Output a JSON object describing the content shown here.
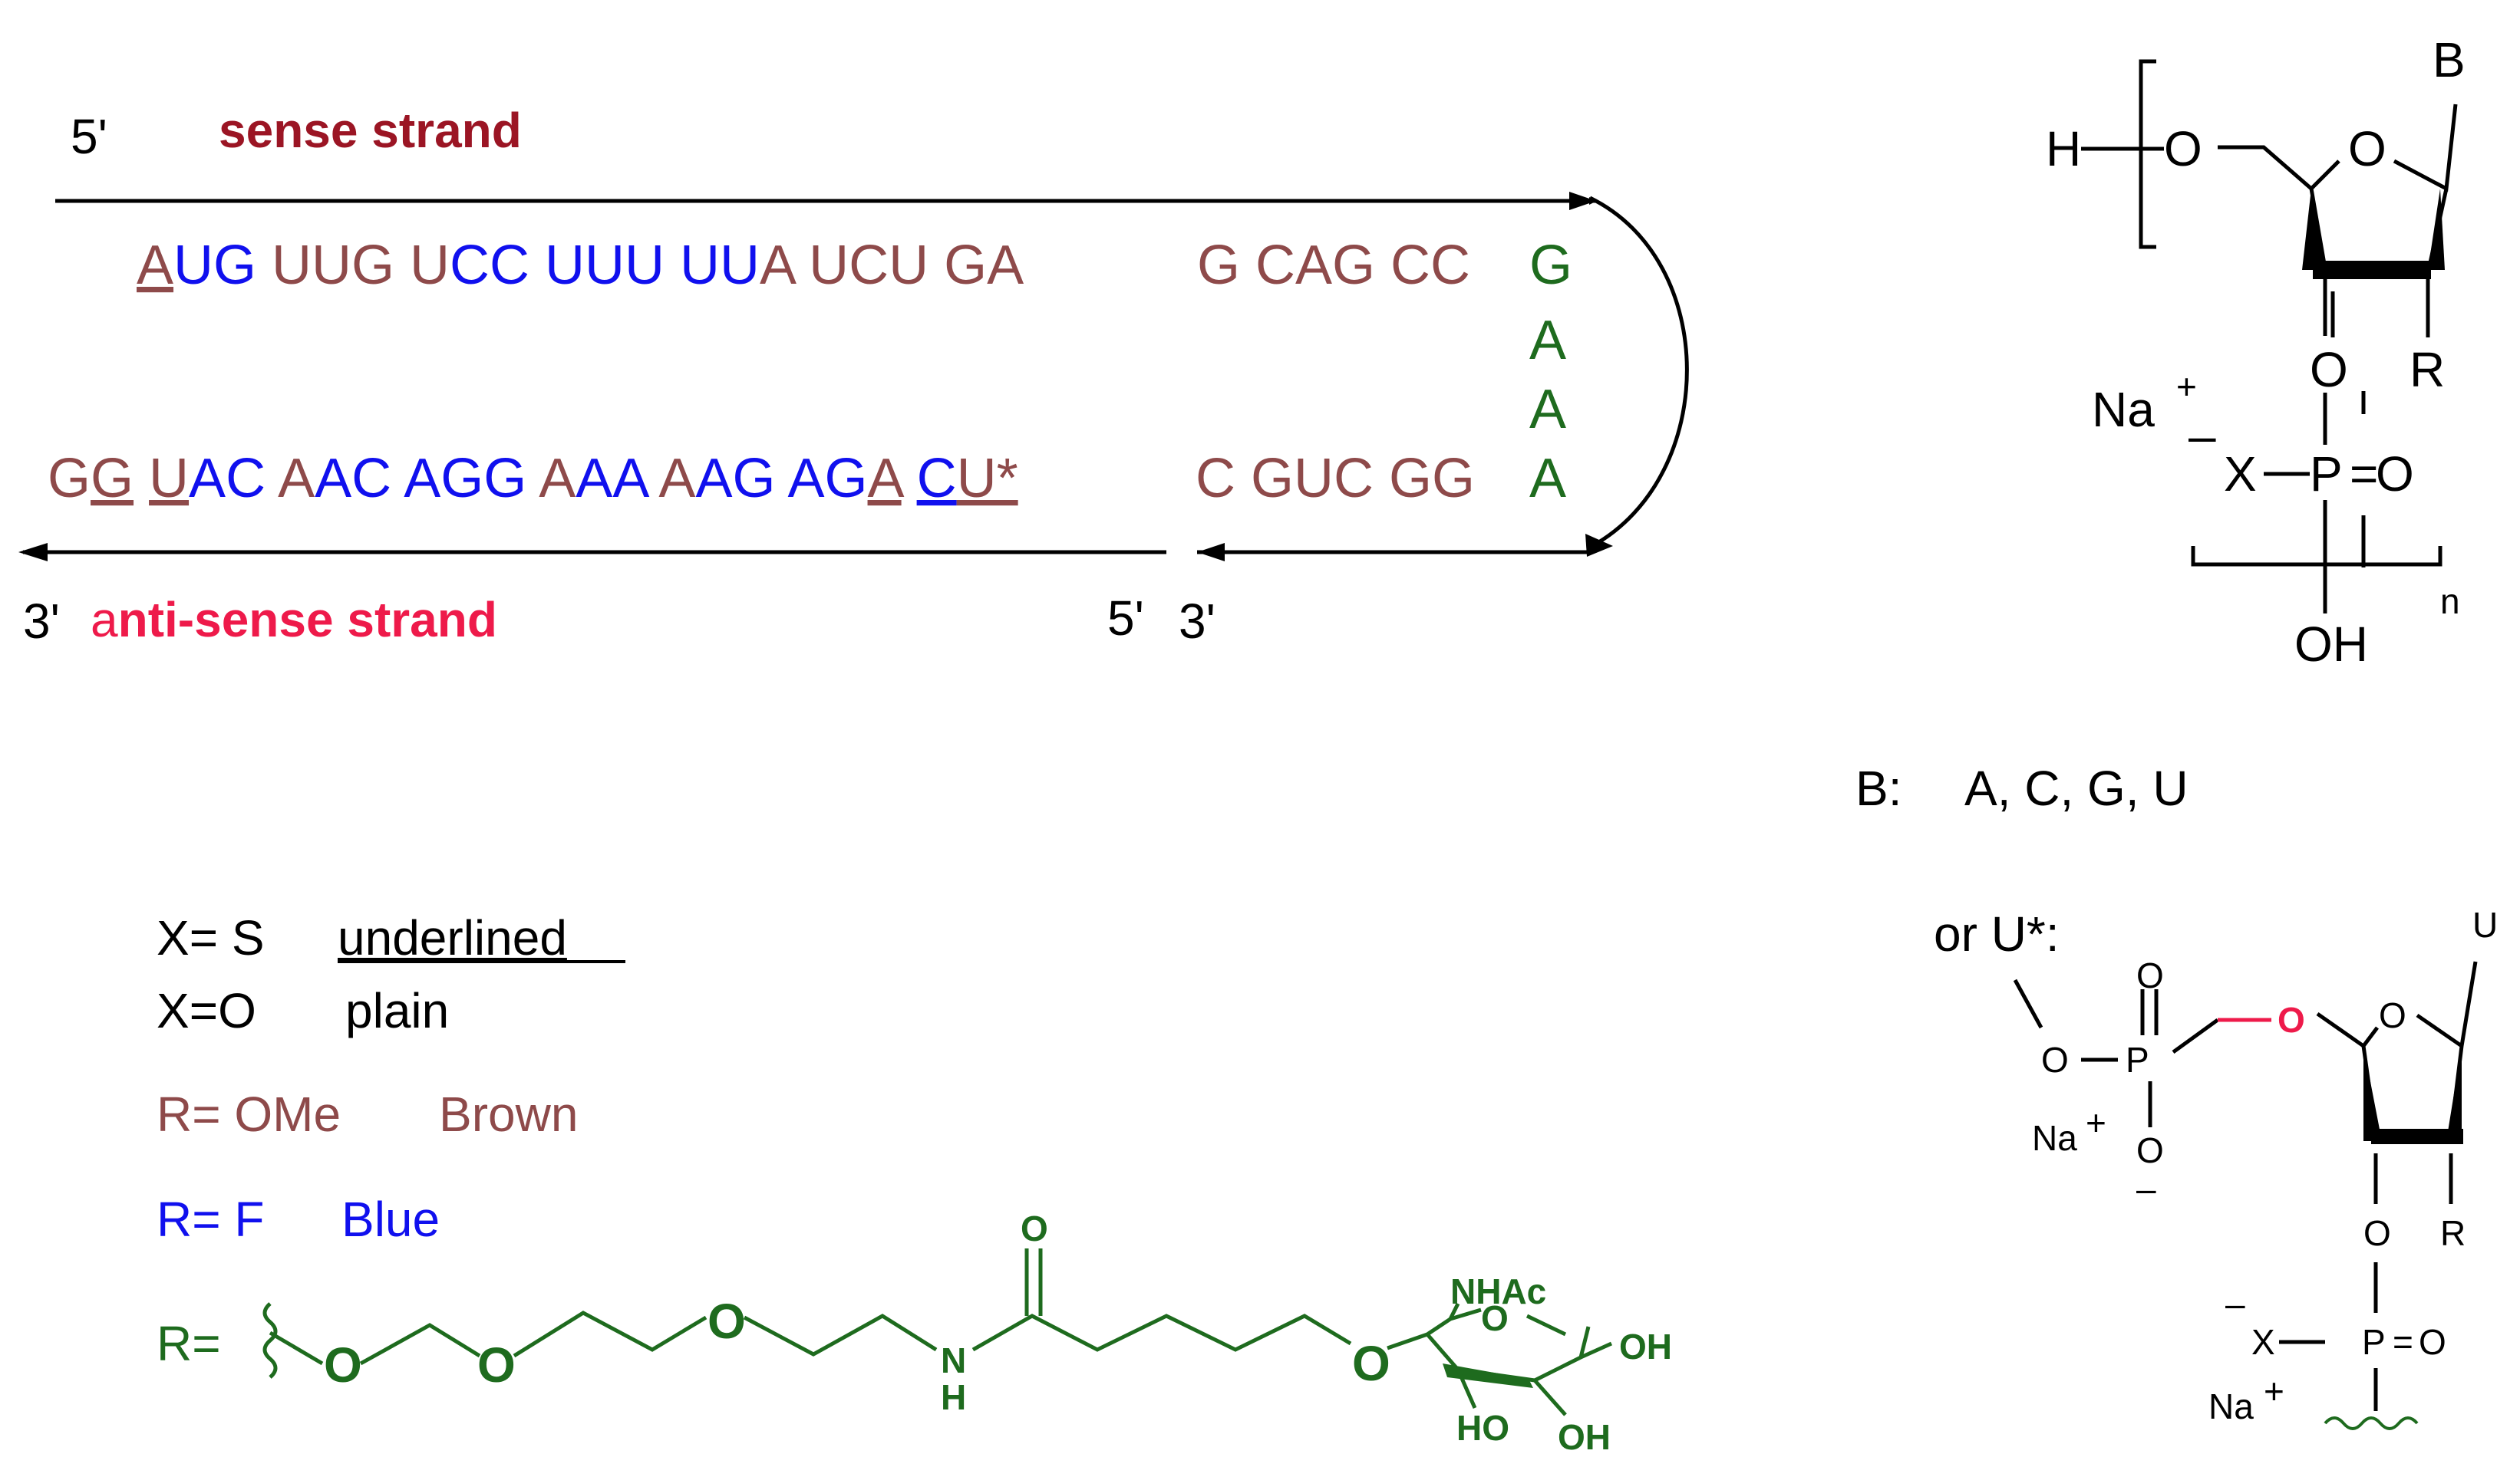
{
  "labels": {
    "sense_5prime": "5'",
    "sense_title": "sense strand",
    "anti_3prime": "3'",
    "anti_title_a": "a",
    "anti_title_rest": "nti-sense strand",
    "anti_5prime": "5'",
    "hairpin_3prime": "3'"
  },
  "sense_sequence": [
    {
      "t": "A",
      "c": "brown",
      "u": true
    },
    {
      "t": "UG ",
      "c": "blue"
    },
    {
      "t": "UUG ",
      "c": "brown"
    },
    {
      "t": "U",
      "c": "brown"
    },
    {
      "t": "CC ",
      "c": "blue"
    },
    {
      "t": "UUU ",
      "c": "blue"
    },
    {
      "t": "UU",
      "c": "blue"
    },
    {
      "t": "A ",
      "c": "brown"
    },
    {
      "t": "UCU ",
      "c": "brown"
    },
    {
      "t": "GA",
      "c": "brown"
    }
  ],
  "sense_tail": [
    {
      "t": "G CAG CC",
      "c": "brown"
    }
  ],
  "loop": [
    "G",
    "A",
    "A",
    "A"
  ],
  "anti_sequence": [
    {
      "t": "G",
      "c": "brown"
    },
    {
      "t": "G",
      "c": "brown",
      "u": true
    },
    {
      "t": " ",
      "c": "brown"
    },
    {
      "t": "U",
      "c": "brown",
      "u": true
    },
    {
      "t": "AC ",
      "c": "blue"
    },
    {
      "t": "A",
      "c": "brown"
    },
    {
      "t": "AC ",
      "c": "blue"
    },
    {
      "t": "AGG ",
      "c": "blue"
    },
    {
      "t": "A",
      "c": "brown"
    },
    {
      "t": "AA ",
      "c": "blue"
    },
    {
      "t": "A",
      "c": "brown"
    },
    {
      "t": "AG ",
      "c": "blue"
    },
    {
      "t": "AG",
      "c": "blue"
    },
    {
      "t": "A",
      "c": "brown",
      "u": true
    },
    {
      "t": " ",
      "c": "brown"
    },
    {
      "t": "C",
      "c": "blue",
      "u": true
    },
    {
      "t": "U*",
      "c": "brown",
      "u": true
    }
  ],
  "anti_tail": [
    {
      "t": "C GUC GG",
      "c": "brown"
    }
  ],
  "legend": {
    "xs_key": "X= S",
    "xs_val": "underlined",
    "xo_key": "X=O",
    "xo_val": "plain",
    "r_ome_key": "R= OMe",
    "r_ome_val": "Brown",
    "r_f_key": "R= F",
    "r_f_val": "Blue",
    "r_linker_key": "R="
  },
  "linker_atoms": {
    "o1": "O",
    "o2": "O",
    "o3": "O",
    "carbonyl_o": "O",
    "n": "N",
    "h": "H",
    "o4": "O",
    "ring_o": "O",
    "nhac": "NHAc",
    "oh1": "OH",
    "ho": "HO",
    "oh2": "OH"
  },
  "monomer": {
    "h": "H",
    "o5": "O",
    "ring_o": "O",
    "b": "B",
    "o3": "O",
    "r": "R",
    "na": "Na",
    "na_charge": "+",
    "neg": "–",
    "x": "X",
    "p": "P",
    "eq": "=",
    "po": "O",
    "oh": "OH",
    "n": "n"
  },
  "bases": {
    "key": "B:",
    "list": "A, C, G, U",
    "or": "or  U*:"
  },
  "ustar": {
    "u": "U",
    "p_o_top": "O",
    "me_o": "O",
    "p": "P",
    "link_o": "O",
    "ring_o": "O",
    "na1": "Na",
    "na1_charge": "+",
    "o_neg": "O",
    "neg1": "–",
    "o3": "O",
    "r": "R",
    "neg2": "–",
    "x": "X",
    "p2": "P",
    "eq": "=",
    "p2_o": "O",
    "na2": "Na",
    "na2_charge": "+"
  },
  "colors": {
    "brown": "#8E4A4A",
    "blue": "#1010EE",
    "green": "#1E6B1E",
    "darkred": "#9B1524",
    "red": "#EE1A4A",
    "black": "#000000"
  }
}
